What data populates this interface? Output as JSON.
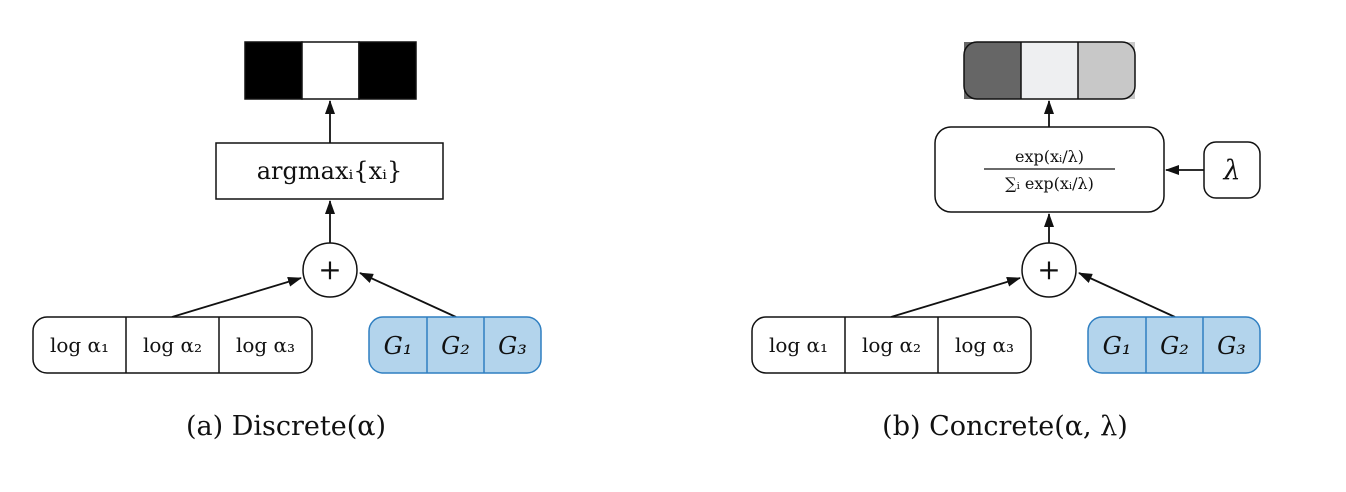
{
  "panels": {
    "a": {
      "caption": "(a) Discrete(α)",
      "argmax_label": "argmaxᵢ{xᵢ}",
      "plus_symbol": "+",
      "logits": [
        "log α₁",
        "log α₂",
        "log α₃"
      ],
      "gumbels": [
        "G₁",
        "G₂",
        "G₃"
      ],
      "output_cells": [
        {
          "fill": "#000000"
        },
        {
          "fill": "#ffffff"
        },
        {
          "fill": "#000000"
        }
      ]
    },
    "b": {
      "caption": "(b) Concrete(α, λ)",
      "softmax_numerator": "exp(xᵢ/λ)",
      "softmax_denominator": "∑ᵢ exp(xᵢ/λ)",
      "lambda_label": "λ",
      "plus_symbol": "+",
      "logits": [
        "log α₁",
        "log α₂",
        "log α₃"
      ],
      "gumbels": [
        "G₁",
        "G₂",
        "G₃"
      ],
      "output_cells": [
        {
          "fill": "#666666"
        },
        {
          "fill": "#eeeff1"
        },
        {
          "fill": "#c8c8c8"
        }
      ]
    }
  },
  "colors": {
    "stroke": "#111111",
    "gumbel_fill": "#b3d4ec",
    "gumbel_stroke": "#2f7fc1"
  }
}
